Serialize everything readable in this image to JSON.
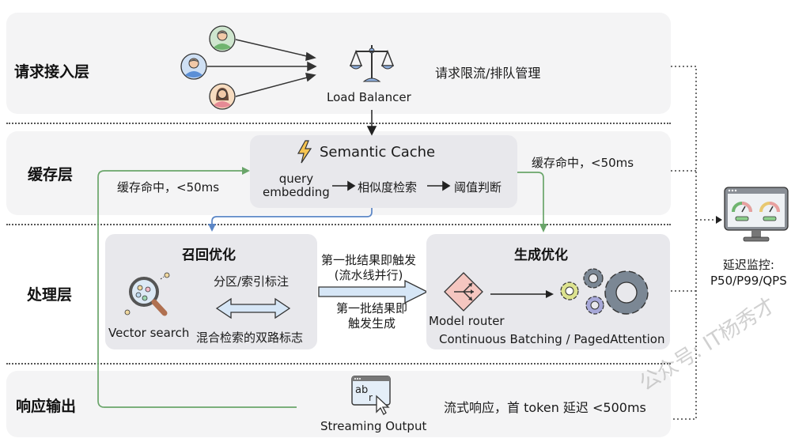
{
  "layers": {
    "request": {
      "label": "请求接入层",
      "note": "请求限流/排队管理",
      "lb_label": "Load Balancer"
    },
    "cache": {
      "label": "缓存层",
      "card_title": "Semantic Cache",
      "step1_line1": "query",
      "step1_line2": "embedding",
      "step2": "相似度检索",
      "step3": "阈值判断",
      "hit_left": "缓存命中，<50ms",
      "hit_right": "缓存命中，<50ms"
    },
    "process": {
      "label": "处理层",
      "recall": {
        "title": "召回优化",
        "vector_label": "Vector search",
        "top_note": "分区/索引标注",
        "bottom_note": "混合检索的双路标志"
      },
      "pipeline_top_line1": "第一批结果即触发",
      "pipeline_top_line2": "(流水线并行)",
      "pipeline_bottom_line1": "第一批结果即",
      "pipeline_bottom_line2": "触发生成",
      "gen": {
        "title": "生成优化",
        "router_label": "Model router",
        "batching_label": "Continuous Batching / PagedAttention"
      }
    },
    "output": {
      "label": "响应输出",
      "stream_label": "Streaming Output",
      "note": "流式响应，首 token 延迟 <500ms",
      "icon_text": "ab"
    }
  },
  "monitor": {
    "line1": "延迟监控:",
    "line2": "P50/P99/QPS"
  },
  "watermark": "公众号: IT杨秀才",
  "icons": [
    "user-icon",
    "balance-scale-icon",
    "lightning-icon",
    "magnifier-icon",
    "double-arrow-icon",
    "router-diamond-icon",
    "gears-icon",
    "streaming-window-icon",
    "monitor-dashboard-icon"
  ],
  "colors": {
    "layer_bg": "#f4f4f5",
    "card_bg": "#e8e8ec",
    "green_flow": "#6aa56a",
    "blue_flow": "#5b86c6",
    "arrow_fill": "#d6e6f6"
  }
}
